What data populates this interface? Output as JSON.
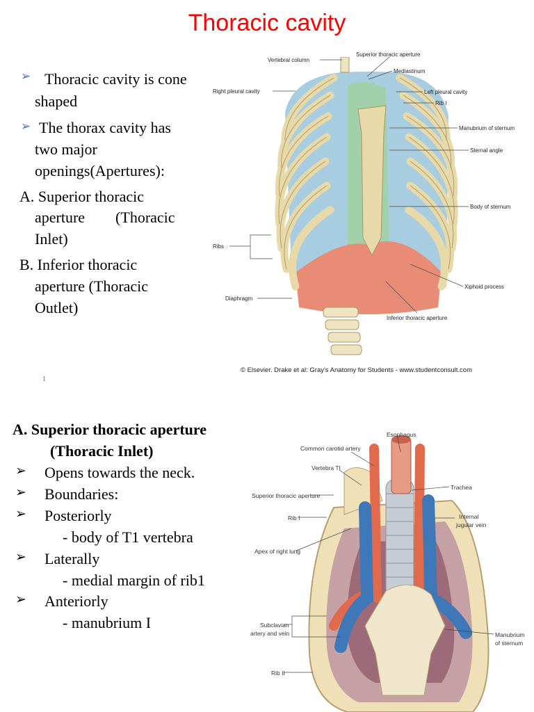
{
  "slide1": {
    "title": "Thoracic cavity",
    "bullets": [
      {
        "marker": "➢",
        "lines": [
          "Thoracic cavity is cone",
          "shaped"
        ]
      },
      {
        "marker": "➢",
        "lines": [
          "The thorax cavity has",
          "two major",
          "openings(Apertures):"
        ]
      }
    ],
    "items": [
      {
        "lines": [
          "A. Superior thoracic",
          "aperture        (Thoracic",
          "Inlet)"
        ]
      },
      {
        "lines": [
          "B.  Inferior thoracic",
          "aperture (Thoracic",
          "Outlet)"
        ]
      }
    ],
    "figure_labels": {
      "vertebral_column": "Vertebral column",
      "superior_aperture": "Superior thoracic aperture",
      "mediastinum": "Mediastinum",
      "right_pleural": "Right pleural cavity",
      "left_pleural": "Left pleural cavity",
      "rib1": "Rib I",
      "manubrium": "Manubrium of sternum",
      "sternal_angle": "Sternal angle",
      "body_sternum": "Body of sternum",
      "ribs": "Ribs",
      "xiphoid": "Xiphoid process",
      "diaphragm": "Diaphragm",
      "inferior_aperture": "Inferior thoracic aperture"
    },
    "credit": "© Elsevier. Drake et al: Gray's Anatomy for Students - www.studentconsult.com",
    "page_number": "1"
  },
  "slide2": {
    "heading_line1": "A. Superior thoracic aperture",
    "heading_line2": "(Thoracic Inlet)",
    "points": [
      {
        "marker": "➢",
        "text": "Opens towards the neck.",
        "sub": ""
      },
      {
        "marker": "➢",
        "text": "Boundaries:",
        "sub": ""
      },
      {
        "marker": "➢",
        "text": "Posteriorly",
        "sub": "- body of T1 vertebra"
      },
      {
        "marker": "➢",
        "text": "Laterally",
        "sub": "- medial margin of rib1"
      },
      {
        "marker": "➢",
        "text": "Anteriorly",
        "sub": "- manubrium I"
      }
    ],
    "figure_labels": {
      "esophagus": "Esophagus",
      "carotid": "Common carotid artery",
      "vertebra_t1": "Vertebra TI",
      "trachea": "Trachea",
      "superior_aperture": "Superior thoracic aperture",
      "rib1": "Rib I",
      "jugular1": "Internal",
      "jugular2": "jugular vein",
      "apex1": "Apex of right lung",
      "subclavian1": "Subclavian",
      "subclavian2": "artery and vein",
      "manubrium1": "Manubrium",
      "manubrium2": "of sternum",
      "rib2": "Rib II"
    }
  }
}
